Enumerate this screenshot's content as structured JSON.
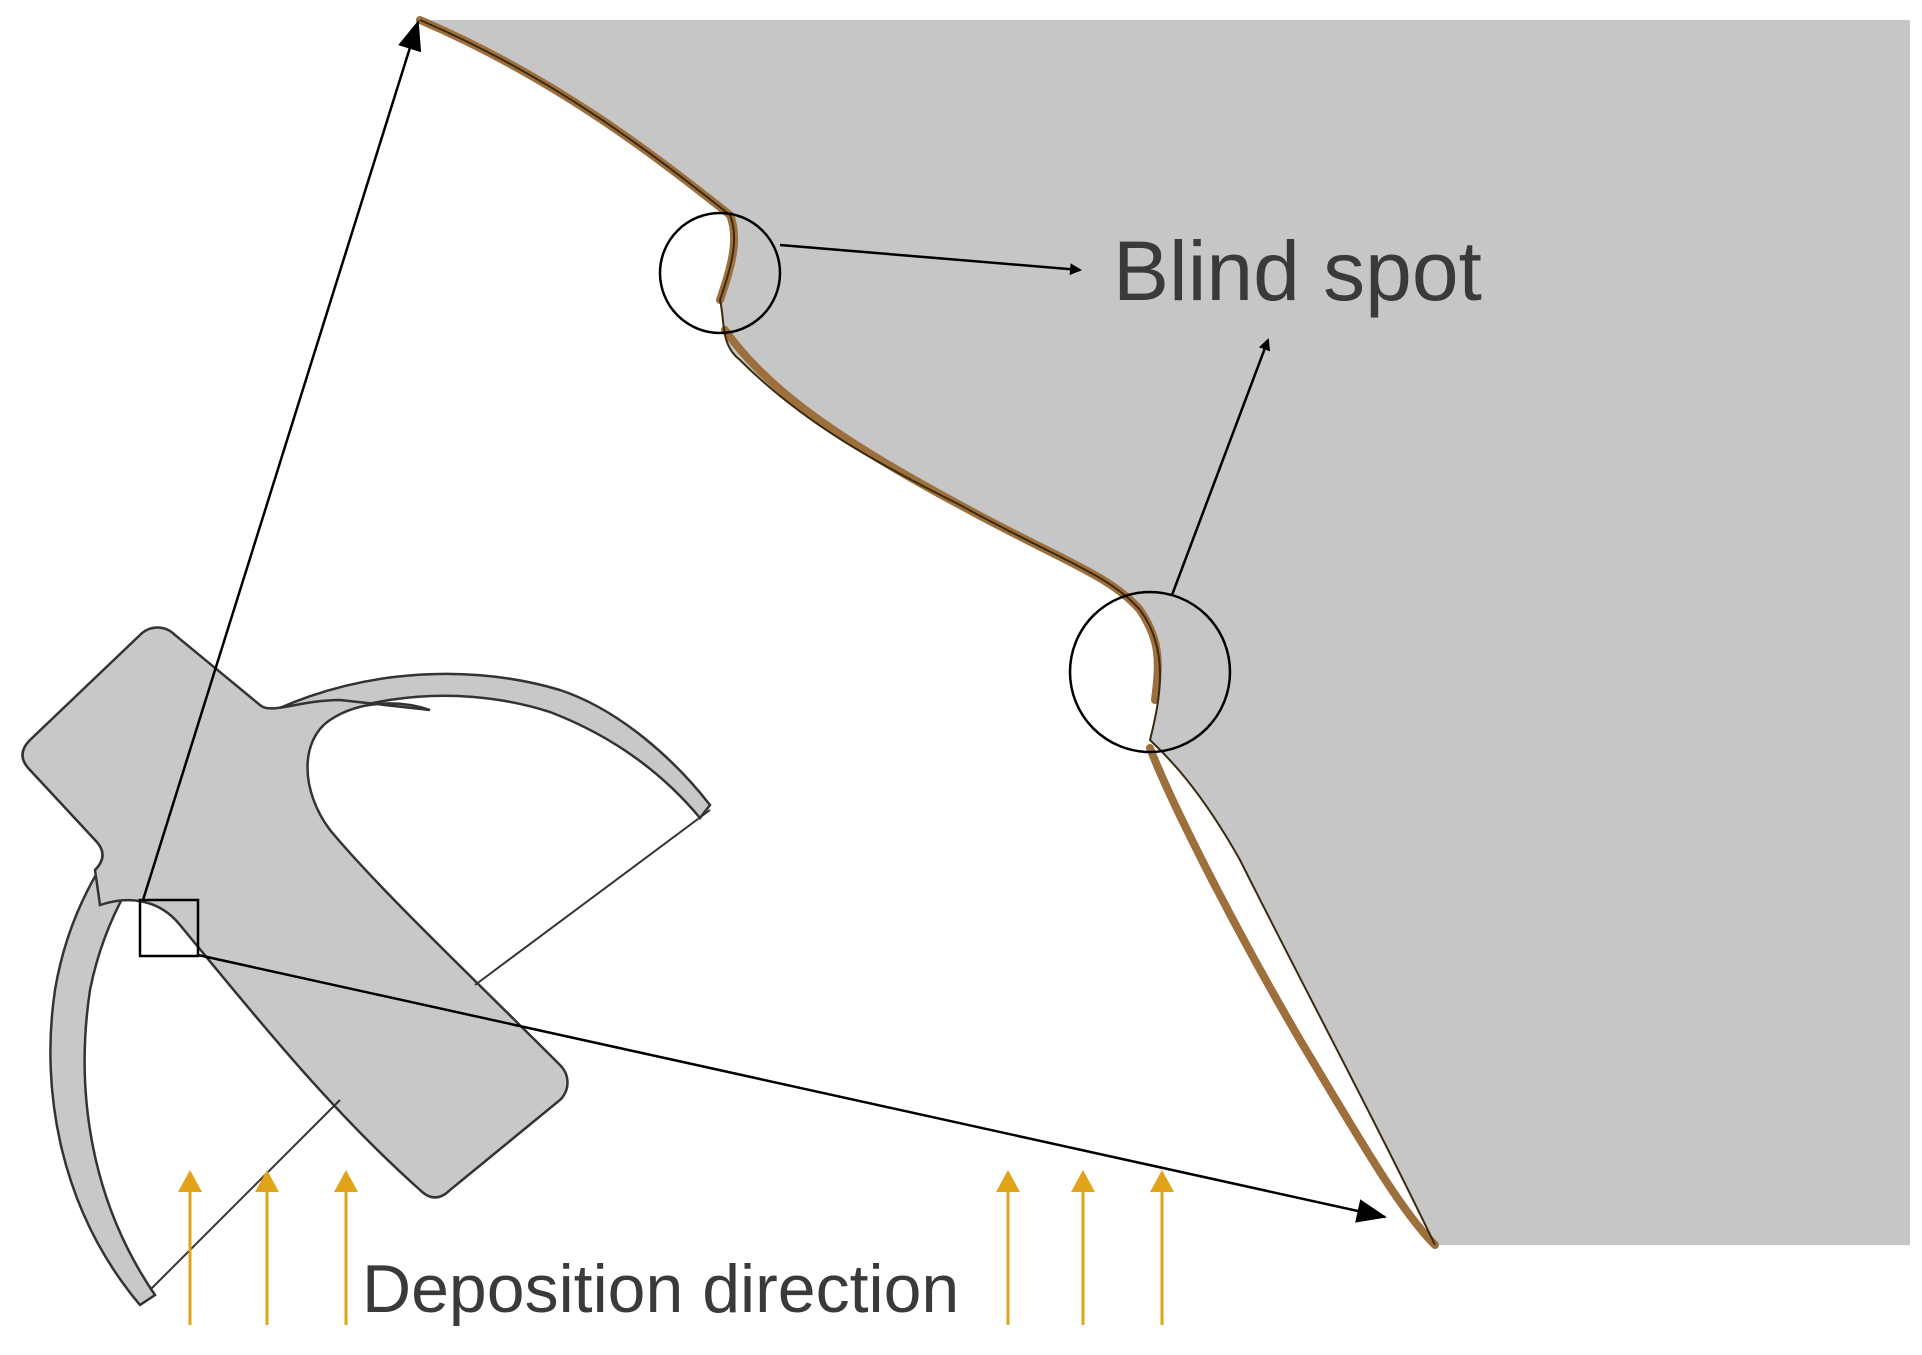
{
  "labels": {
    "blind_spot": "Blind spot",
    "deposition_direction": "Deposition direction"
  },
  "colors": {
    "substrate_fill": "#c6c6c6",
    "coating": "#9c6f3c",
    "part_fill": "#c8c8c8",
    "deposition_arrow": "#e0a31a",
    "line": "#000000",
    "text": "#3a3a3a"
  },
  "icons": {
    "deposition_arrow": "up-arrow",
    "callout_arrow": "arrow-head"
  }
}
